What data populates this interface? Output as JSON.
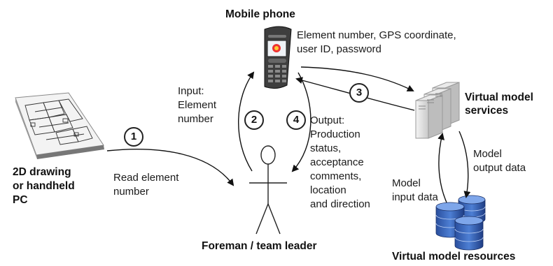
{
  "labels": {
    "mobile_phone": "Mobile phone",
    "phone_sends": [
      "Element number, GPS coordinate,",
      "user ID, password"
    ],
    "virtual_services": [
      "Virtual model",
      "services"
    ],
    "drawing_source": [
      "2D drawing",
      "or handheld",
      "PC"
    ],
    "read_element": [
      "Read element",
      "number"
    ],
    "input": [
      "Input:",
      "Element",
      "number"
    ],
    "output": [
      "Output:",
      "Production",
      "status,",
      "acceptance",
      "comments,",
      "location",
      "and direction"
    ],
    "model_output": [
      "Model",
      "output data"
    ],
    "model_input": [
      "Model",
      "input data"
    ],
    "foreman": "Foreman / team leader",
    "virtual_resources": "Virtual model resources"
  },
  "steps": [
    "1",
    "2",
    "3",
    "4"
  ]
}
